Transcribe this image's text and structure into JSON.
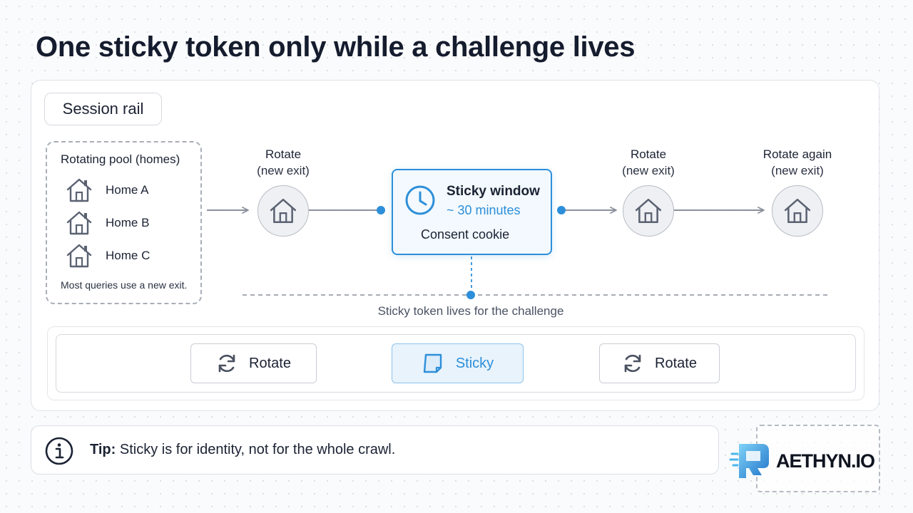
{
  "title": "One sticky token only while a challenge lives",
  "session_rail_label": "Session rail",
  "pool": {
    "title": "Rotating pool (homes)",
    "items": [
      {
        "label": "Home A",
        "icon": "house-icon"
      },
      {
        "label": "Home B",
        "icon": "house-icon"
      },
      {
        "label": "Home C",
        "icon": "house-icon"
      }
    ],
    "note": "Most queries use a new exit."
  },
  "stages": [
    {
      "label": "Rotate",
      "sub": "(new exit)",
      "icon": "house-icon"
    },
    {
      "label": "Rotate",
      "sub": "(new exit)",
      "icon": "house-icon"
    },
    {
      "label": "Rotate again",
      "sub": "(new exit)",
      "icon": "house-icon"
    }
  ],
  "sticky_window": {
    "title": "Sticky window",
    "duration": "~ 30 minutes",
    "cookie": "Consent cookie",
    "icon": "clock-icon"
  },
  "challenge_note": "Sticky token lives for the challenge",
  "timeline": [
    {
      "label": "Rotate",
      "icon": "refresh-icon"
    },
    {
      "label": "Sticky",
      "icon": "note-icon"
    },
    {
      "label": "Rotate",
      "icon": "refresh-icon"
    }
  ],
  "tip": {
    "prefix": "Tip:",
    "text": "Sticky is for identity, not for the whole crawl.",
    "icon": "info-icon"
  },
  "logo": {
    "text": "AETHYN.IO"
  },
  "colors": {
    "accent": "#2d8fd9",
    "text": "#1b2233",
    "connector": "#8a909b"
  }
}
